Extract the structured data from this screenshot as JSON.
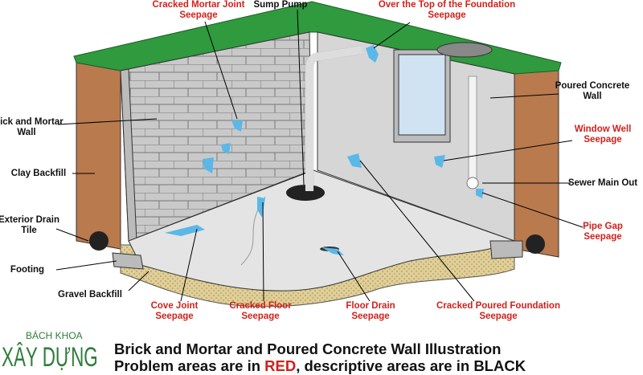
{
  "logo": {
    "top": "BÁCH KHOA",
    "main": "XÂY DỰNG"
  },
  "title": {
    "line1": "Brick and Mortar and Poured Concrete Wall Illustration",
    "line2_pre": "Problem areas are in ",
    "line2_red": "RED",
    "line2_post": ", descriptive areas are in BLACK"
  },
  "labels": {
    "cracked_mortar": [
      "Cracked Mortar Joint",
      "Seepage"
    ],
    "sump_pump": "Sump Pump",
    "over_top": [
      "Over the Top of the Foundation",
      "Seepage"
    ],
    "brick_wall": [
      "Brick and Mortar",
      "Wall"
    ],
    "clay_backfill": "Clay Backfill",
    "drain_tile": [
      "Exterior Drain",
      "Tile"
    ],
    "footing": "Footing",
    "gravel": "Gravel Backfill",
    "cove_joint": [
      "Cove Joint",
      "Seepage"
    ],
    "cracked_floor": [
      "Cracked Floor",
      "Seepage"
    ],
    "floor_drain": [
      "Floor Drain",
      "Seepage"
    ],
    "cracked_foundation": [
      "Cracked Poured Foundation",
      "Seepage"
    ],
    "poured_wall": [
      "Poured Concrete",
      "Wall"
    ],
    "window_well": [
      "Window Well",
      "Seepage"
    ],
    "sewer": "Sewer Main Out",
    "pipe_gap": [
      "Pipe Gap",
      "Seepage"
    ]
  },
  "colors": {
    "problem": "#d0211c",
    "descriptive": "#111111",
    "grass": "#2f9a3e",
    "soil": "#b97a4e",
    "water": "#5ab8e8"
  }
}
